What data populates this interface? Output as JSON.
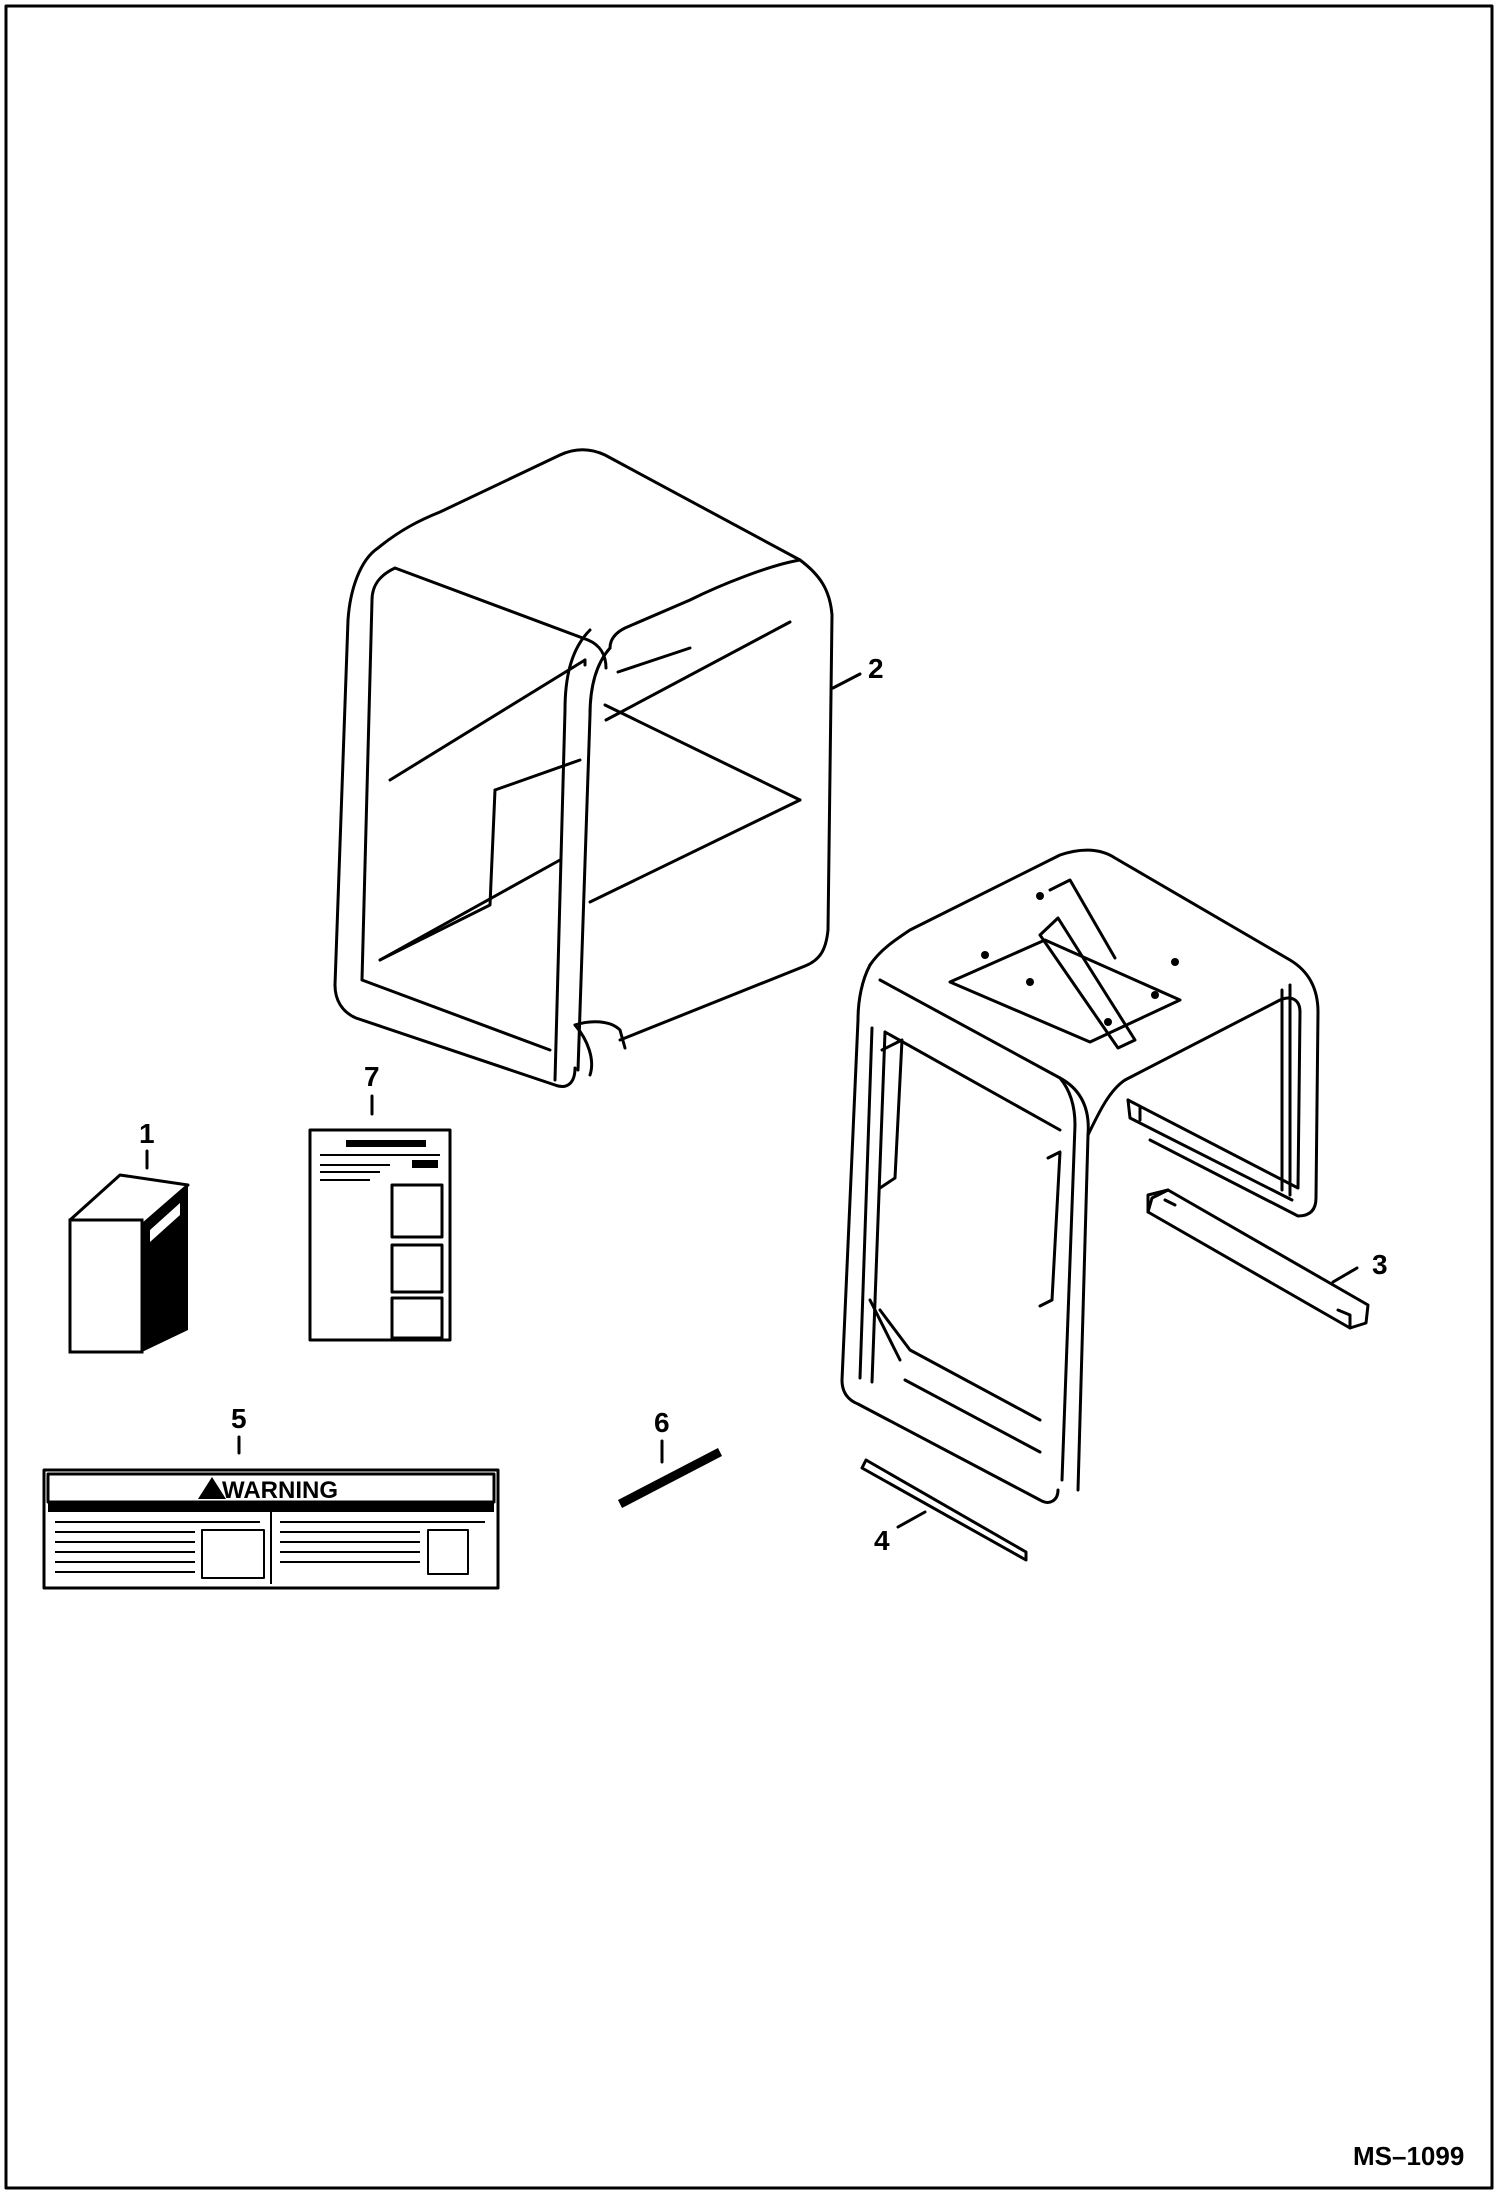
{
  "callouts": {
    "c1": "1",
    "c2": "2",
    "c3": "3",
    "c4": "4",
    "c5": "5",
    "c6": "6",
    "c7": "7"
  },
  "warning_decal": {
    "title": "WARNING"
  },
  "document_id": "MS–1099"
}
